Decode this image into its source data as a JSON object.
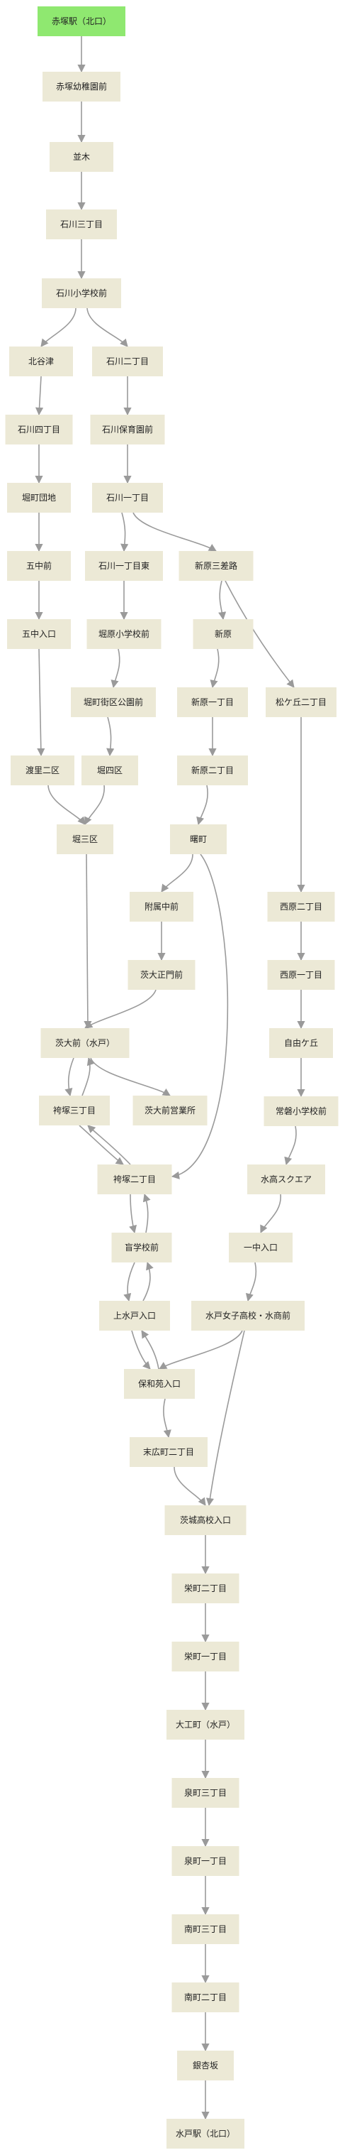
{
  "colors": {
    "node_fill": "#ece9d6",
    "start_fill": "#8fe870",
    "edge": "#9a9a9a",
    "text": "#222222"
  },
  "nodes": [
    {
      "id": "akatsuka",
      "label": "赤塚駅（北口）",
      "start": true
    },
    {
      "id": "akatsuka_yochien",
      "label": "赤塚幼稚園前"
    },
    {
      "id": "namiki",
      "label": "並木"
    },
    {
      "id": "ishikawa3",
      "label": "石川三丁目"
    },
    {
      "id": "ishikawa_sho",
      "label": "石川小学校前"
    },
    {
      "id": "kitayatsu",
      "label": "北谷津"
    },
    {
      "id": "ishikawa2",
      "label": "石川二丁目"
    },
    {
      "id": "ishikawa4",
      "label": "石川四丁目"
    },
    {
      "id": "ishikawa_hoiku",
      "label": "石川保育園前"
    },
    {
      "id": "horimachi_danchi",
      "label": "堀町団地"
    },
    {
      "id": "ishikawa1",
      "label": "石川一丁目"
    },
    {
      "id": "gochumae",
      "label": "五中前"
    },
    {
      "id": "ishikawa1_higashi",
      "label": "石川一丁目東"
    },
    {
      "id": "shinhara_sansaro",
      "label": "新原三差路"
    },
    {
      "id": "gochu_iriguchi",
      "label": "五中入口"
    },
    {
      "id": "hori_sho",
      "label": "堀原小学校前"
    },
    {
      "id": "shinhara",
      "label": "新原"
    },
    {
      "id": "matsugaoka2",
      "label": "松ケ丘二丁目"
    },
    {
      "id": "horimachi_koen",
      "label": "堀町街区公園前"
    },
    {
      "id": "shinhara1",
      "label": "新原一丁目"
    },
    {
      "id": "watari2",
      "label": "渡里二区"
    },
    {
      "id": "hori4",
      "label": "堀四区"
    },
    {
      "id": "shinhara2",
      "label": "新原二丁目"
    },
    {
      "id": "hori3",
      "label": "堀三区"
    },
    {
      "id": "akebonocho",
      "label": "曙町"
    },
    {
      "id": "fuzoku_chu",
      "label": "附属中前"
    },
    {
      "id": "nishihara2",
      "label": "西原二丁目"
    },
    {
      "id": "nishihara1",
      "label": "西原一丁目"
    },
    {
      "id": "ibadai_seimon",
      "label": "茨大正門前"
    },
    {
      "id": "jiyugaoka",
      "label": "自由ケ丘"
    },
    {
      "id": "ibadai_mito",
      "label": "茨大前（水戸）"
    },
    {
      "id": "tokiwa_sho",
      "label": "常磐小学校前"
    },
    {
      "id": "bakuro3",
      "label": "袴塚三丁目"
    },
    {
      "id": "ibadai_eigyo",
      "label": "茨大前営業所"
    },
    {
      "id": "bakuro2",
      "label": "袴塚二丁目"
    },
    {
      "id": "suiko_square",
      "label": "水高スクエア"
    },
    {
      "id": "mogakko",
      "label": "盲学校前"
    },
    {
      "id": "icchu_iriguchi",
      "label": "一中入口"
    },
    {
      "id": "kamimito_iriguchi",
      "label": "上水戸入口"
    },
    {
      "id": "mito_joshi",
      "label": "水戸女子高校・水商前"
    },
    {
      "id": "hoen_iriguchi",
      "label": "保和苑入口"
    },
    {
      "id": "suehiro2",
      "label": "末広町二丁目"
    },
    {
      "id": "ibaraki_koko",
      "label": "茨城高校入口"
    },
    {
      "id": "sakae2",
      "label": "栄町二丁目"
    },
    {
      "id": "sakae1",
      "label": "栄町一丁目"
    },
    {
      "id": "daiku_mito",
      "label": "大工町（水戸）"
    },
    {
      "id": "izumi3",
      "label": "泉町三丁目"
    },
    {
      "id": "izumi1",
      "label": "泉町一丁目"
    },
    {
      "id": "minami3",
      "label": "南町三丁目"
    },
    {
      "id": "minami2",
      "label": "南町二丁目"
    },
    {
      "id": "ginkyo",
      "label": "銀杏坂"
    },
    {
      "id": "mito_kitaguchi",
      "label": "水戸駅（北口）"
    }
  ],
  "edges": [
    [
      "akatsuka",
      "akatsuka_yochien"
    ],
    [
      "akatsuka_yochien",
      "namiki"
    ],
    [
      "namiki",
      "ishikawa3"
    ],
    [
      "ishikawa3",
      "ishikawa_sho"
    ],
    [
      "ishikawa_sho",
      "kitayatsu"
    ],
    [
      "ishikawa_sho",
      "ishikawa2"
    ],
    [
      "kitayatsu",
      "ishikawa4"
    ],
    [
      "ishikawa4",
      "horimachi_danchi"
    ],
    [
      "horimachi_danchi",
      "gochumae"
    ],
    [
      "gochumae",
      "gochu_iriguchi"
    ],
    [
      "gochu_iriguchi",
      "watari2"
    ],
    [
      "watari2",
      "hori3"
    ],
    [
      "ishikawa2",
      "ishikawa_hoiku"
    ],
    [
      "ishikawa_hoiku",
      "ishikawa1"
    ],
    [
      "ishikawa1",
      "ishikawa1_higashi"
    ],
    [
      "ishikawa1",
      "shinhara_sansaro"
    ],
    [
      "ishikawa1_higashi",
      "hori_sho"
    ],
    [
      "hori_sho",
      "horimachi_koen"
    ],
    [
      "horimachi_koen",
      "hori4"
    ],
    [
      "hori4",
      "hori3"
    ],
    [
      "hori3",
      "ibadai_mito"
    ],
    [
      "shinhara_sansaro",
      "shinhara"
    ],
    [
      "shinhara_sansaro",
      "matsugaoka2"
    ],
    [
      "shinhara",
      "shinhara1"
    ],
    [
      "shinhara1",
      "shinhara2"
    ],
    [
      "shinhara2",
      "akebonocho"
    ],
    [
      "akebonocho",
      "fuzoku_chu"
    ],
    [
      "akebonocho",
      "bakuro2"
    ],
    [
      "fuzoku_chu",
      "ibadai_seimon"
    ],
    [
      "ibadai_seimon",
      "ibadai_mito"
    ],
    [
      "matsugaoka2",
      "nishihara2"
    ],
    [
      "nishihara2",
      "nishihara1"
    ],
    [
      "nishihara1",
      "jiyugaoka"
    ],
    [
      "jiyugaoka",
      "tokiwa_sho"
    ],
    [
      "tokiwa_sho",
      "suiko_square"
    ],
    [
      "suiko_square",
      "icchu_iriguchi"
    ],
    [
      "icchu_iriguchi",
      "mito_joshi"
    ],
    [
      "ibadai_mito",
      "bakuro3"
    ],
    [
      "ibadai_mito",
      "ibadai_eigyo"
    ],
    [
      "bakuro3",
      "ibadai_mito"
    ],
    [
      "bakuro3",
      "bakuro2"
    ],
    [
      "bakuro2",
      "bakuro3"
    ],
    [
      "bakuro2",
      "mogakko"
    ],
    [
      "mogakko",
      "bakuro2"
    ],
    [
      "mogakko",
      "kamimito_iriguchi"
    ],
    [
      "kamimito_iriguchi",
      "mogakko"
    ],
    [
      "kamimito_iriguchi",
      "hoen_iriguchi"
    ],
    [
      "hoen_iriguchi",
      "kamimito_iriguchi"
    ],
    [
      "mito_joshi",
      "hoen_iriguchi"
    ],
    [
      "mito_joshi",
      "ibaraki_koko"
    ],
    [
      "hoen_iriguchi",
      "suehiro2"
    ],
    [
      "suehiro2",
      "ibaraki_koko"
    ],
    [
      "ibaraki_koko",
      "sakae2"
    ],
    [
      "sakae2",
      "sakae1"
    ],
    [
      "sakae1",
      "daiku_mito"
    ],
    [
      "daiku_mito",
      "izumi3"
    ],
    [
      "izumi3",
      "izumi1"
    ],
    [
      "izumi1",
      "minami3"
    ],
    [
      "minami3",
      "minami2"
    ],
    [
      "minami2",
      "ginkyo"
    ],
    [
      "ginkyo",
      "mito_kitaguchi"
    ]
  ]
}
